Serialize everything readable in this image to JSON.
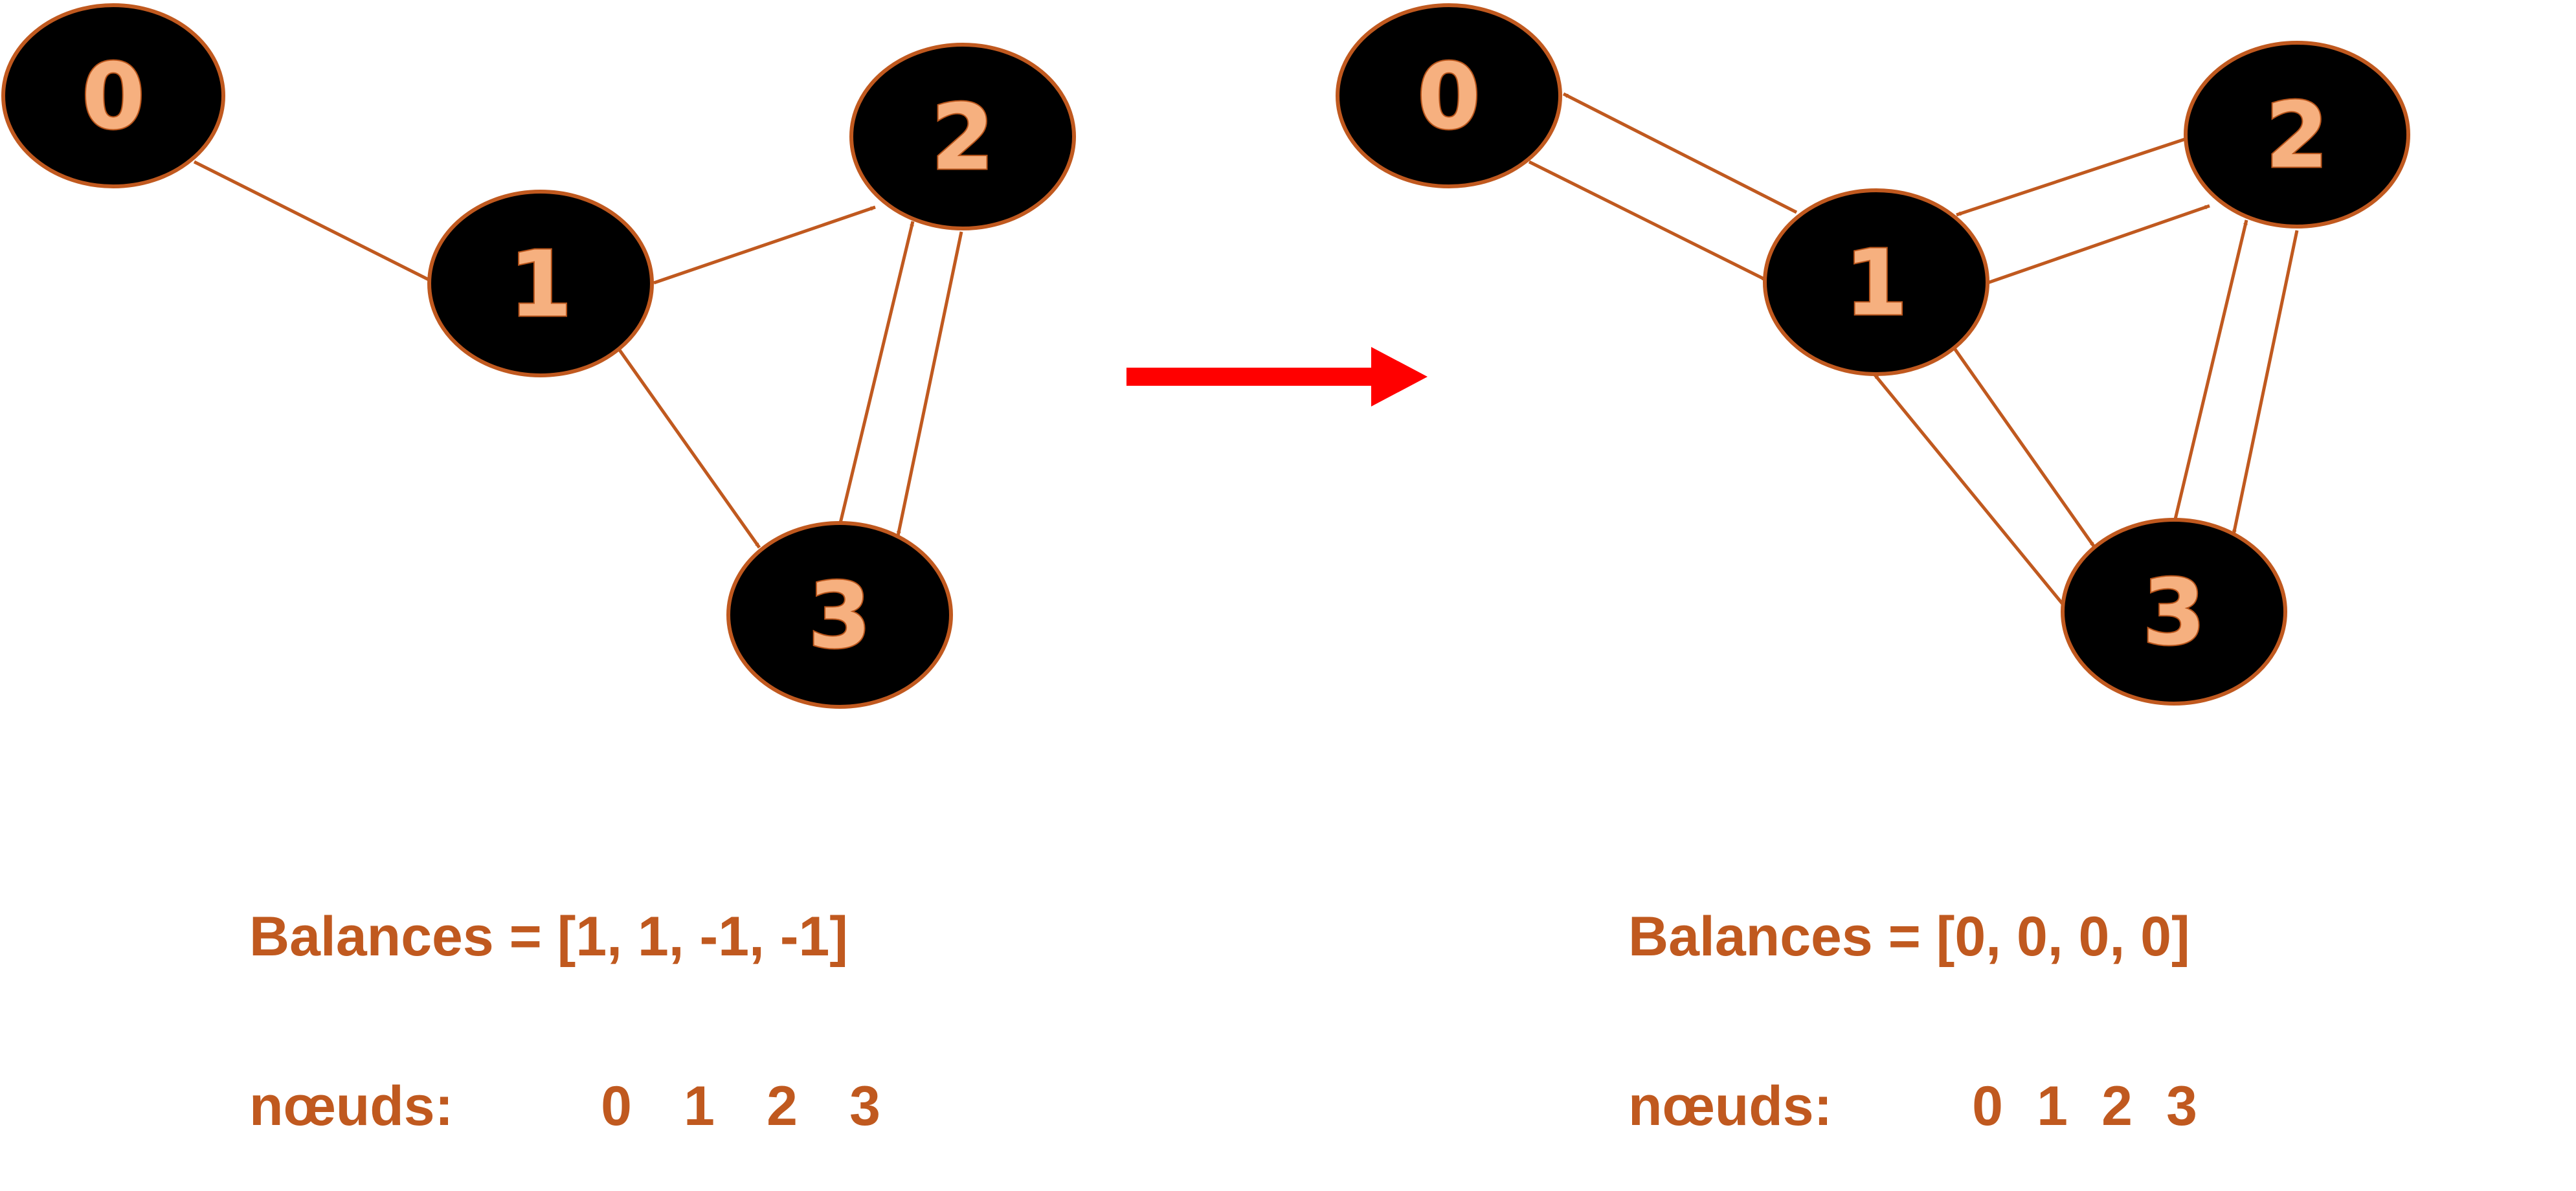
{
  "left_graph": {
    "nodes": [
      "0",
      "1",
      "2",
      "3"
    ],
    "edges": [
      [
        "0",
        "1"
      ],
      [
        "1",
        "2"
      ],
      [
        "1",
        "3"
      ],
      [
        "3",
        "2"
      ],
      [
        "2",
        "3"
      ]
    ],
    "balances_text": "Balances = [1, 1, -1, -1]",
    "nodes_label": "nœuds:",
    "node_ids": [
      "0",
      "1",
      "2",
      "3"
    ]
  },
  "right_graph": {
    "nodes": [
      "0",
      "1",
      "2",
      "3"
    ],
    "edges": [
      [
        "0",
        "1"
      ],
      [
        "1",
        "0"
      ],
      [
        "1",
        "2"
      ],
      [
        "2",
        "1"
      ],
      [
        "1",
        "3"
      ],
      [
        "3",
        "1"
      ],
      [
        "3",
        "2"
      ],
      [
        "2",
        "3"
      ]
    ],
    "balances_text": "Balances = [0, 0, 0, 0]",
    "nodes_label": "nœuds:",
    "node_ids": [
      "0",
      "1",
      "2",
      "3"
    ]
  },
  "colors": {
    "node_fill": "#000000",
    "node_stroke": "#c0591f",
    "edge": "#c0591f",
    "transition_arrow": "#ff0000",
    "text": "#c0591f"
  }
}
